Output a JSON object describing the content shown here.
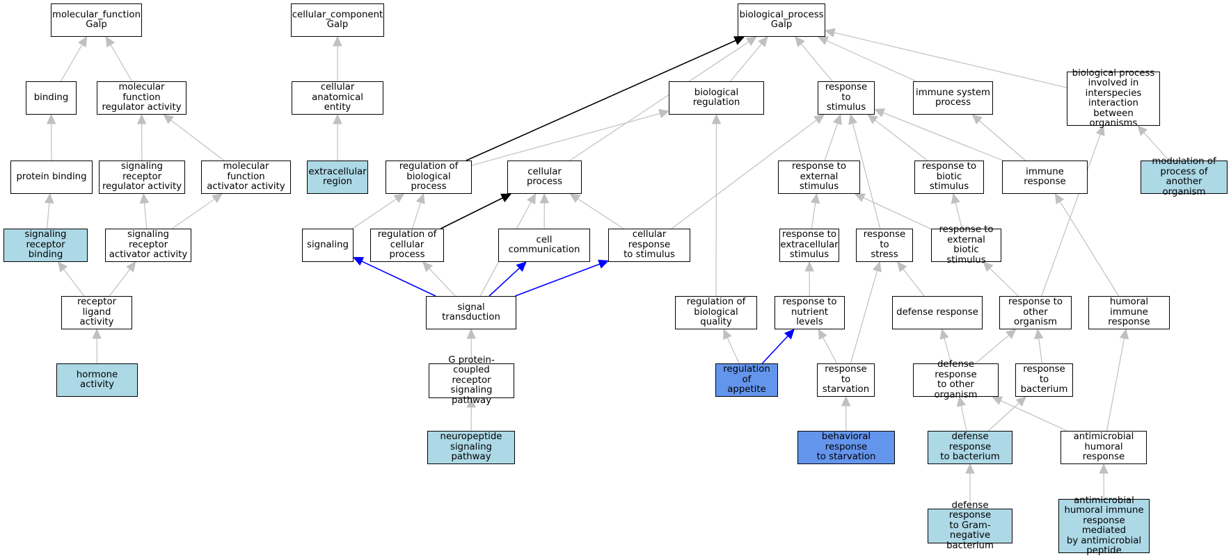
{
  "colors": {
    "edge_gray": "#c0c0c0",
    "edge_black": "#000000",
    "edge_blue": "#0000ff",
    "fill_light": "#add8e6",
    "fill_dark": "#6495ed",
    "fill_white": "#ffffff"
  },
  "nodes": {
    "mf_root": {
      "label": "molecular_function\nGalp",
      "fill": "white"
    },
    "binding": {
      "label": "binding",
      "fill": "white"
    },
    "mf_reg": {
      "label": "molecular function\nregulator activity",
      "fill": "white"
    },
    "protein_binding": {
      "label": "protein binding",
      "fill": "white"
    },
    "sig_rec_reg": {
      "label": "signaling receptor\nregulator activity",
      "fill": "white"
    },
    "mf_act": {
      "label": "molecular function\nactivator activity",
      "fill": "white"
    },
    "sig_rec_binding": {
      "label": "signaling receptor\nbinding",
      "fill": "light"
    },
    "sig_rec_act": {
      "label": "signaling receptor\nactivator activity",
      "fill": "white"
    },
    "rec_ligand": {
      "label": "receptor ligand\nactivity",
      "fill": "white"
    },
    "hormone": {
      "label": "hormone activity",
      "fill": "light"
    },
    "cc_root": {
      "label": "cellular_component\nGalp",
      "fill": "white"
    },
    "cell_anat": {
      "label": "cellular anatomical\nentity",
      "fill": "white"
    },
    "extracell": {
      "label": "extracellular\nregion",
      "fill": "light"
    },
    "bp_root": {
      "label": "biological_process\nGalp",
      "fill": "white"
    },
    "bio_reg": {
      "label": "biological regulation",
      "fill": "white"
    },
    "resp_stim": {
      "label": "response to\nstimulus",
      "fill": "white"
    },
    "immune_sys": {
      "label": "immune system\nprocess",
      "fill": "white"
    },
    "interspecies": {
      "label": "biological process\ninvolved in\ninterspecies\ninteraction\nbetween organisms",
      "fill": "white"
    },
    "reg_bio_proc": {
      "label": "regulation of\nbiological process",
      "fill": "white"
    },
    "cell_proc": {
      "label": "cellular process",
      "fill": "white"
    },
    "resp_ext_stim": {
      "label": "response to\nexternal stimulus",
      "fill": "white"
    },
    "resp_biotic": {
      "label": "response to\nbiotic stimulus",
      "fill": "white"
    },
    "immune_resp": {
      "label": "immune response",
      "fill": "white"
    },
    "modulation": {
      "label": "modulation of\nprocess of another\norganism",
      "fill": "light"
    },
    "signaling": {
      "label": "signaling",
      "fill": "white"
    },
    "reg_cell_proc": {
      "label": "regulation of\ncellular process",
      "fill": "white"
    },
    "cell_comm": {
      "label": "cell communication",
      "fill": "white"
    },
    "cell_resp_stim": {
      "label": "cellular response\nto stimulus",
      "fill": "white"
    },
    "resp_extracell": {
      "label": "response to\nextracellular\nstimulus",
      "fill": "white"
    },
    "resp_stress": {
      "label": "response to\nstress",
      "fill": "white"
    },
    "resp_ext_biotic": {
      "label": "response to\nexternal biotic\nstimulus",
      "fill": "white"
    },
    "sig_trans": {
      "label": "signal transduction",
      "fill": "white"
    },
    "reg_bio_qual": {
      "label": "regulation of\nbiological quality",
      "fill": "white"
    },
    "resp_nutrient": {
      "label": "response to\nnutrient levels",
      "fill": "white"
    },
    "defense_resp": {
      "label": "defense response",
      "fill": "white"
    },
    "resp_other_org": {
      "label": "response to\nother organism",
      "fill": "white"
    },
    "humoral_immune": {
      "label": "humoral immune\nresponse",
      "fill": "white"
    },
    "gpcr": {
      "label": "G protein-coupled\nreceptor signaling\npathway",
      "fill": "white"
    },
    "reg_appetite": {
      "label": "regulation of\nappetite",
      "fill": "dark"
    },
    "resp_starv": {
      "label": "response to\nstarvation",
      "fill": "white"
    },
    "def_other_org": {
      "label": "defense response\nto other organism",
      "fill": "white"
    },
    "resp_bacterium": {
      "label": "response to\nbacterium",
      "fill": "white"
    },
    "neuropeptide": {
      "label": "neuropeptide\nsignaling pathway",
      "fill": "light"
    },
    "behav_starv": {
      "label": "behavioral response\nto starvation",
      "fill": "dark"
    },
    "def_bacterium": {
      "label": "defense response\nto bacterium",
      "fill": "light"
    },
    "antimicrobial": {
      "label": "antimicrobial\nhumoral response",
      "fill": "white"
    },
    "def_gram_neg": {
      "label": "defense response\nto Gram-negative\nbacterium",
      "fill": "light"
    },
    "amp": {
      "label": "antimicrobial\nhumoral immune\nresponse mediated\nby antimicrobial\npeptide",
      "fill": "light"
    }
  },
  "edges": [
    {
      "from": "binding",
      "to": "mf_root",
      "color": "gray"
    },
    {
      "from": "mf_reg",
      "to": "mf_root",
      "color": "gray"
    },
    {
      "from": "protein_binding",
      "to": "binding",
      "color": "gray"
    },
    {
      "from": "sig_rec_reg",
      "to": "mf_reg",
      "color": "gray"
    },
    {
      "from": "mf_act",
      "to": "mf_reg",
      "color": "gray"
    },
    {
      "from": "sig_rec_binding",
      "to": "protein_binding",
      "color": "gray"
    },
    {
      "from": "sig_rec_act",
      "to": "sig_rec_reg",
      "color": "gray"
    },
    {
      "from": "sig_rec_act",
      "to": "mf_act",
      "color": "gray"
    },
    {
      "from": "rec_ligand",
      "to": "sig_rec_binding",
      "color": "gray"
    },
    {
      "from": "rec_ligand",
      "to": "sig_rec_act",
      "color": "gray"
    },
    {
      "from": "hormone",
      "to": "rec_ligand",
      "color": "gray"
    },
    {
      "from": "cell_anat",
      "to": "cc_root",
      "color": "gray"
    },
    {
      "from": "extracell",
      "to": "cell_anat",
      "color": "gray"
    },
    {
      "from": "reg_bio_proc",
      "to": "bp_root",
      "color": "black"
    },
    {
      "from": "cell_proc",
      "to": "bp_root",
      "color": "gray"
    },
    {
      "from": "bio_reg",
      "to": "bp_root",
      "color": "gray"
    },
    {
      "from": "resp_stim",
      "to": "bp_root",
      "color": "gray"
    },
    {
      "from": "immune_sys",
      "to": "bp_root",
      "color": "gray"
    },
    {
      "from": "interspecies",
      "to": "bp_root",
      "color": "gray"
    },
    {
      "from": "reg_bio_proc",
      "to": "bio_reg",
      "color": "gray"
    },
    {
      "from": "reg_bio_qual",
      "to": "bio_reg",
      "color": "gray"
    },
    {
      "from": "signaling",
      "to": "reg_bio_proc",
      "color": "gray"
    },
    {
      "from": "reg_cell_proc",
      "to": "reg_bio_proc",
      "color": "gray"
    },
    {
      "from": "reg_cell_proc",
      "to": "cell_proc",
      "color": "black"
    },
    {
      "from": "cell_comm",
      "to": "cell_proc",
      "color": "gray"
    },
    {
      "from": "cell_resp_stim",
      "to": "cell_proc",
      "color": "gray"
    },
    {
      "from": "sig_trans",
      "to": "cell_proc",
      "color": "gray"
    },
    {
      "from": "sig_trans",
      "to": "signaling",
      "color": "blue"
    },
    {
      "from": "sig_trans",
      "to": "reg_cell_proc",
      "color": "gray"
    },
    {
      "from": "sig_trans",
      "to": "cell_comm",
      "color": "blue"
    },
    {
      "from": "sig_trans",
      "to": "cell_resp_stim",
      "color": "blue"
    },
    {
      "from": "gpcr",
      "to": "sig_trans",
      "color": "gray"
    },
    {
      "from": "neuropeptide",
      "to": "gpcr",
      "color": "gray"
    },
    {
      "from": "cell_resp_stim",
      "to": "resp_stim",
      "color": "gray"
    },
    {
      "from": "resp_ext_stim",
      "to": "resp_stim",
      "color": "gray"
    },
    {
      "from": "resp_stress",
      "to": "resp_stim",
      "color": "gray"
    },
    {
      "from": "resp_biotic",
      "to": "resp_stim",
      "color": "gray"
    },
    {
      "from": "immune_resp",
      "to": "resp_stim",
      "color": "gray"
    },
    {
      "from": "immune_resp",
      "to": "immune_sys",
      "color": "gray"
    },
    {
      "from": "modulation",
      "to": "interspecies",
      "color": "gray"
    },
    {
      "from": "resp_other_org",
      "to": "interspecies",
      "color": "gray"
    },
    {
      "from": "resp_extracell",
      "to": "resp_ext_stim",
      "color": "gray"
    },
    {
      "from": "resp_ext_biotic",
      "to": "resp_ext_stim",
      "color": "gray"
    },
    {
      "from": "resp_ext_biotic",
      "to": "resp_biotic",
      "color": "gray"
    },
    {
      "from": "resp_nutrient",
      "to": "resp_extracell",
      "color": "gray"
    },
    {
      "from": "defense_resp",
      "to": "resp_stress",
      "color": "gray"
    },
    {
      "from": "resp_starv",
      "to": "resp_stress",
      "color": "gray"
    },
    {
      "from": "resp_other_org",
      "to": "resp_ext_biotic",
      "color": "gray"
    },
    {
      "from": "humoral_immune",
      "to": "immune_resp",
      "color": "gray"
    },
    {
      "from": "reg_appetite",
      "to": "reg_bio_qual",
      "color": "gray"
    },
    {
      "from": "reg_appetite",
      "to": "resp_nutrient",
      "color": "blue"
    },
    {
      "from": "resp_starv",
      "to": "resp_nutrient",
      "color": "gray"
    },
    {
      "from": "behav_starv",
      "to": "resp_starv",
      "color": "gray"
    },
    {
      "from": "def_other_org",
      "to": "defense_resp",
      "color": "gray"
    },
    {
      "from": "def_other_org",
      "to": "resp_other_org",
      "color": "gray"
    },
    {
      "from": "resp_bacterium",
      "to": "resp_other_org",
      "color": "gray"
    },
    {
      "from": "def_bacterium",
      "to": "def_other_org",
      "color": "gray"
    },
    {
      "from": "def_bacterium",
      "to": "resp_bacterium",
      "color": "gray"
    },
    {
      "from": "antimicrobial",
      "to": "def_other_org",
      "color": "gray"
    },
    {
      "from": "antimicrobial",
      "to": "humoral_immune",
      "color": "gray"
    },
    {
      "from": "def_gram_neg",
      "to": "def_bacterium",
      "color": "gray"
    },
    {
      "from": "amp",
      "to": "antimicrobial",
      "color": "gray"
    }
  ]
}
